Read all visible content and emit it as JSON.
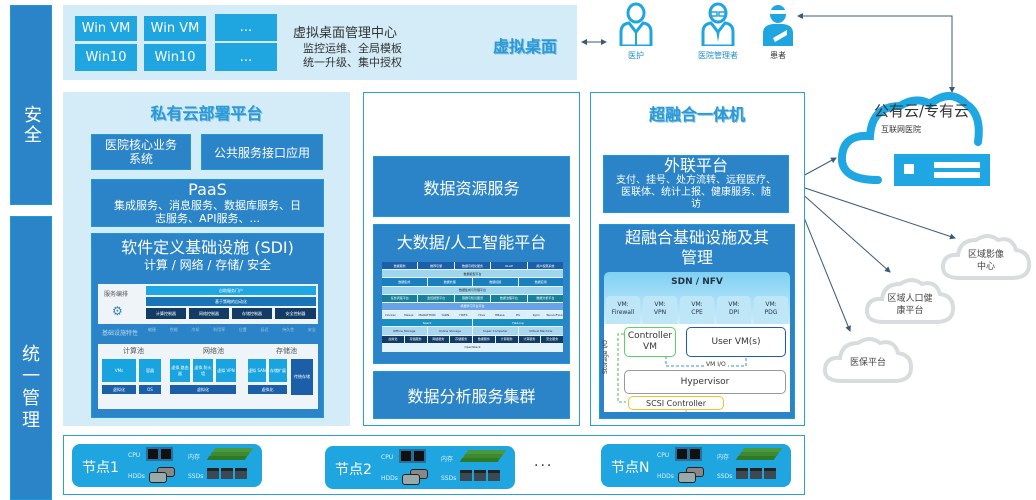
{
  "sidebar": {
    "security_label": "安全",
    "management_label": [
      "统",
      "一",
      "管",
      "理"
    ]
  },
  "virtual_desktop": {
    "vms": [
      {
        "top": "Win VM",
        "bottom": "Win10"
      },
      {
        "top": "Win VM",
        "bottom": "Win10"
      },
      {
        "top": "...",
        "bottom": "..."
      }
    ],
    "center_title": "虚拟桌面管理中心",
    "center_lines": [
      "监控运维、全局模板",
      "统一升级、集中授权"
    ],
    "title": "虚拟桌面"
  },
  "users": [
    {
      "label": "医护",
      "icon": "doctor-icon"
    },
    {
      "label": "医院管理者",
      "icon": "manager-icon"
    },
    {
      "label": "患者",
      "icon": "patient-icon"
    }
  ],
  "private_cloud": {
    "title": "私有云部署平台",
    "core_system": [
      "医院核心业务",
      "系统"
    ],
    "public_api": "公共服务接口应用",
    "paas_title": "PaaS",
    "paas_desc": [
      "集成服务、消息服务、数据库服务、日",
      "志服务、API服务、..."
    ],
    "sdi_title": "软件定义基础设施 (SDI)",
    "sdi_sub": "计算 / 网络 / 存储/ 安全",
    "orchestration_label": "服务编排",
    "self_service_portal": "自助服务门户",
    "policy_automation": "基于策略的自动化",
    "controllers": [
      "计算控制器",
      "网络控制器",
      "存储控制器",
      "安全控制器"
    ],
    "features_label": "基础设施特性",
    "features": [
      "敏捷",
      "性能",
      "冷却",
      "利用率",
      "位置",
      "延迟",
      "持久性",
      "安全"
    ],
    "pools": [
      {
        "title": "计算池",
        "items": [
          "VMs",
          "容器"
        ],
        "base": [
          "虚拟化",
          "OS"
        ]
      },
      {
        "title": "网络池",
        "items": [
          "虚拟\n路由器",
          "虚拟\n防火墙",
          "虚拟\nVPN"
        ],
        "base": [
          "虚拟化"
        ]
      },
      {
        "title": "存储池",
        "items": [
          "虚拟\nSAN",
          "存储扩展",
          "传统存储"
        ],
        "base": [
          "虚拟化"
        ]
      }
    ]
  },
  "data_platform": {
    "data_resource_service": "数据资源服务",
    "bigdata_ai_title": "大数据/人工智能平台",
    "stack_rows": [
      [
        "数据服务",
        "推荐引擎",
        "数据可视化服务",
        "OLAP",
        "用户权限系统"
      ],
      [
        "数据模型平台"
      ],
      [
        "数据集成",
        "数据处理",
        "数据挖掘",
        "数据应用"
      ],
      [
        "数据集成与管理平台"
      ],
      [
        "任务调度平台",
        "监控报警平台",
        "容器与知识图谱",
        "数据治理平台",
        "数据分析平台"
      ],
      [
        "机器学习平台平台"
      ],
      [
        "Docker",
        "Mesos",
        "MARATHON",
        "YARN",
        "HDFS",
        "Hive",
        "HBase",
        "ES",
        "Kylin",
        "TensorFlow"
      ],
      [
        "Spark",
        "Hadoop"
      ],
      [
        "Offline Storage",
        "Online Storage",
        "Super Computer",
        "Virtual Machine"
      ],
      [
        "虚拟化",
        "存储服务",
        "网络服务",
        "存储服务",
        "数据服务",
        "计算服务",
        "计算服务",
        "安全服务"
      ],
      [
        "OpenStack"
      ]
    ],
    "analysis_cluster": "数据分析服务集群"
  },
  "hyperconverged": {
    "title": "超融合一体机",
    "external_title": "外联平台",
    "external_desc": [
      "支付、挂号、处方流转、远程医疗、",
      "医联体、统计上报、健康服务、随",
      "访"
    ],
    "infra_title": [
      "超融合基础设施及其",
      "管理"
    ],
    "sdn_title": "SDN / NFV",
    "vnfs": [
      {
        "l1": "VM:",
        "l2": "Firewall"
      },
      {
        "l1": "VM:",
        "l2": "VPN"
      },
      {
        "l1": "VM:",
        "l2": "CPE"
      },
      {
        "l1": "VM:",
        "l2": "DPI"
      },
      {
        "l1": "VM:",
        "l2": "PDG"
      }
    ],
    "controller_vm": [
      "Controller",
      "VM"
    ],
    "user_vm": "User VM(s)",
    "vm_io": "VM I/O",
    "hypervisor": "Hypervisor",
    "storage_io": "Storage I/O",
    "scsi": "SCSI Controller"
  },
  "public_cloud": {
    "title": "公有云/专有云",
    "sub": "互联网医院"
  },
  "external_clouds": [
    {
      "label": [
        "区域影像",
        "中心"
      ]
    },
    {
      "label": [
        "区域人口健",
        "康平台"
      ]
    },
    {
      "label": [
        "医保平台"
      ]
    }
  ],
  "nodes": {
    "items": [
      {
        "name": "节点1"
      },
      {
        "name": "节点2"
      },
      {
        "name": "节点N"
      }
    ],
    "ellipsis": "...",
    "labels": {
      "cpu": "CPU",
      "hdd": "HDDs",
      "mem": "内存",
      "ssd": "SSDs"
    }
  },
  "colors": {
    "primary": "#2a84c7",
    "accent": "#1fa6e0",
    "light_panel": "#d3ecf8",
    "title_blue": "#2a9ad6"
  }
}
